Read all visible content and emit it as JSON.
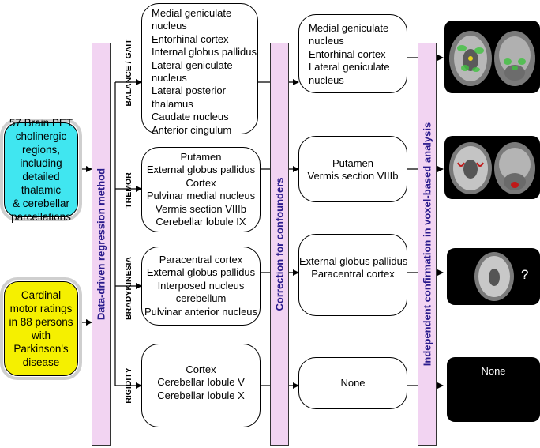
{
  "inputs": {
    "pet": [
      "57 Brain PET",
      "cholinergic",
      "regions,",
      "including",
      "detailed thalamic",
      "& cerebellar",
      "parcellations"
    ],
    "motor": [
      "Cardinal",
      "motor ratings",
      "in 88 persons",
      "with",
      "Parkinson's",
      "disease"
    ]
  },
  "bars": {
    "method": "Data-driven regression method",
    "confounders": "Correction for confounders",
    "confirmation": "Independent confirmation in voxel-based analysis"
  },
  "rows": [
    {
      "category": "BALANCE / GAIT",
      "regions": [
        "Medial geniculate",
        "nucleus",
        "Entorhinal cortex",
        "Internal globus pallidus",
        "Lateral geniculate",
        "nucleus",
        "Lateral posterior",
        "thalamus",
        "Caudate nucleus",
        "Anterior cingulum"
      ],
      "corrected": [
        "Medial geniculate",
        "nucleus",
        "Entorhinal cortex",
        "Lateral geniculate",
        "nucleus"
      ],
      "result": {
        "kind": "brain-images",
        "text": ""
      }
    },
    {
      "category": "TREMOR",
      "regions": [
        "Putamen",
        "External globus pallidus",
        "Cortex",
        "Pulvinar medial nucleus",
        "Vermis section VIIIb",
        "Cerebellar lobule IX"
      ],
      "corrected": [
        "Putamen",
        "Vermis section VIIIb"
      ],
      "result": {
        "kind": "brain-images",
        "text": ""
      }
    },
    {
      "category": "BRADYKINESIA",
      "regions": [
        "Paracentral cortex",
        "External globus pallidus",
        "Interposed nucleus",
        "cerebellum",
        "Pulvinar anterior nucleus"
      ],
      "corrected": [
        "External globus pallidus",
        "Paracentral cortex"
      ],
      "result": {
        "kind": "brain-image",
        "text": "?"
      }
    },
    {
      "category": "RIGIDITY",
      "regions": [
        "Cortex",
        "Cerebellar lobule V",
        "Cerebellar lobule X"
      ],
      "corrected": [
        "None"
      ],
      "result": {
        "kind": "blank",
        "text": "None"
      }
    }
  ],
  "colors": {
    "pet_box": "#40e6f0",
    "motor_box": "#f5f000",
    "bar_fill": "#f2d4f2",
    "bar_text": "#2a1a8c",
    "gait_overlay": "#3ec23e",
    "tremor_overlay": "#c01818"
  }
}
